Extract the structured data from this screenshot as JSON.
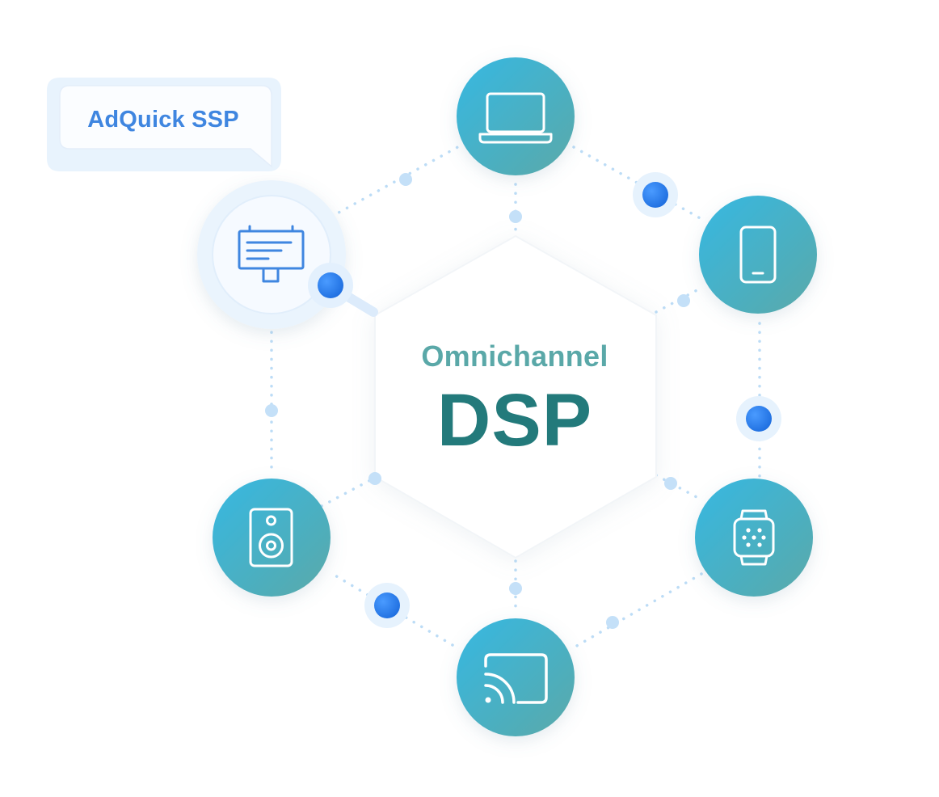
{
  "callout": {
    "label": "AdQuick SSP"
  },
  "center": {
    "subtitle": "Omnichannel",
    "title": "DSP"
  },
  "nodes": [
    {
      "id": "billboard",
      "icon": "billboard-icon"
    },
    {
      "id": "laptop",
      "icon": "laptop-icon"
    },
    {
      "id": "phone",
      "icon": "smartphone-icon"
    },
    {
      "id": "watch",
      "icon": "smartwatch-icon"
    },
    {
      "id": "cast",
      "icon": "cast-screen-icon"
    },
    {
      "id": "speaker",
      "icon": "speaker-icon"
    }
  ],
  "colors": {
    "node_gradient_start": "#36b8e2",
    "node_gradient_end": "#5aa9a9",
    "accent_dot": "#2f80ed",
    "callout_text": "#3f86e0",
    "title_text": "#237a7b",
    "subtitle_text": "#5aa8a8"
  }
}
